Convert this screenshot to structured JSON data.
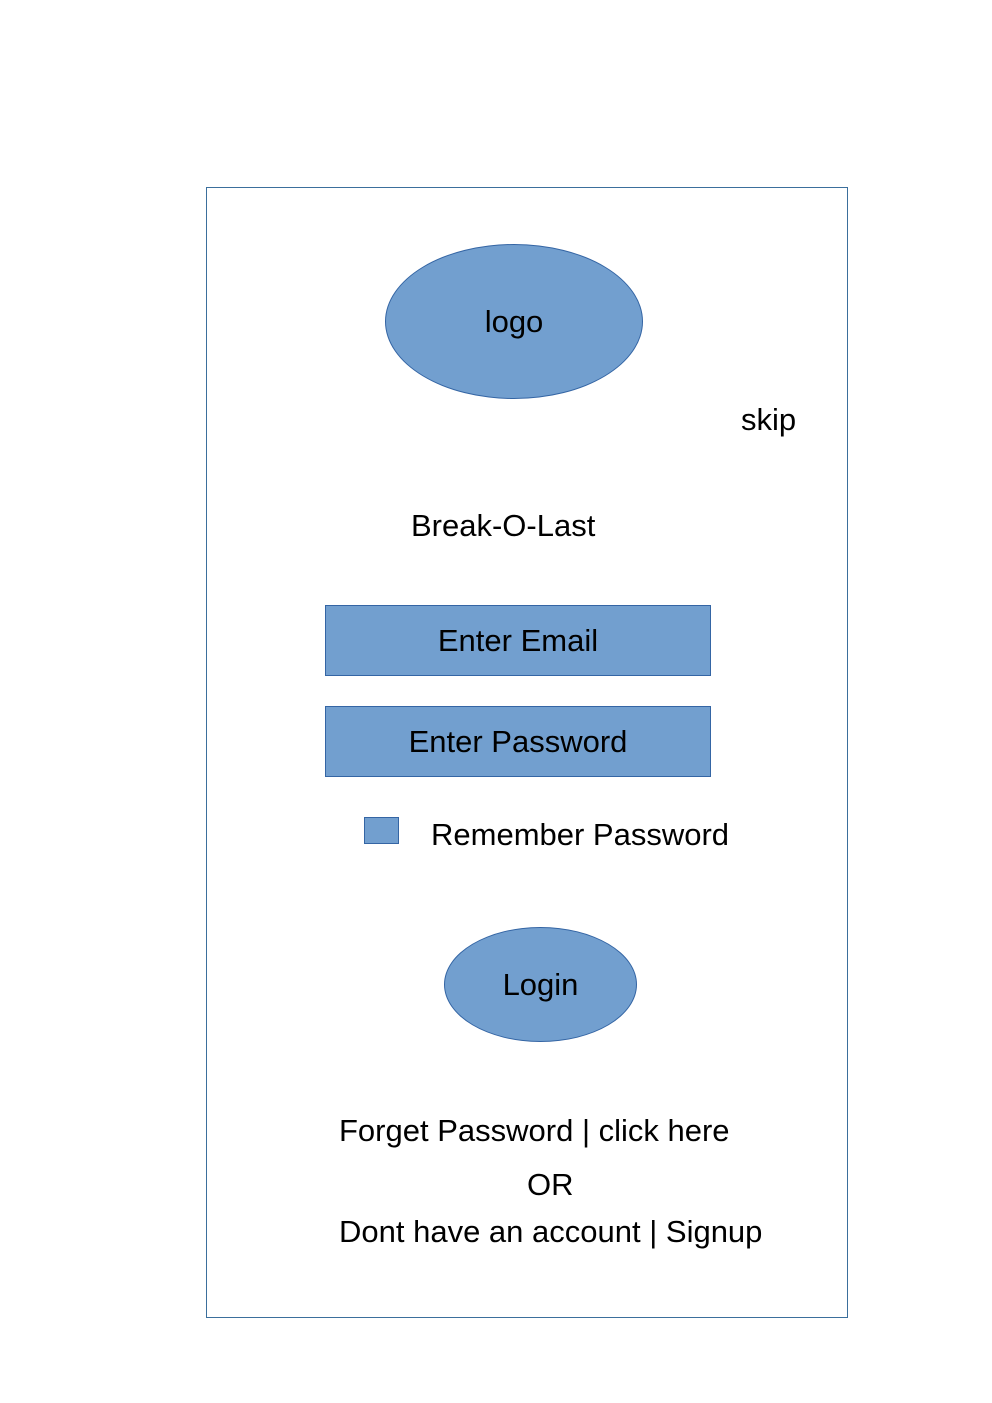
{
  "logo": {
    "label": "logo"
  },
  "skip_label": "skip",
  "app_name": "Break-O-Last",
  "email_field": {
    "placeholder": "Enter Email"
  },
  "password_field": {
    "placeholder": "Enter Password"
  },
  "remember": {
    "label": "Remember Password",
    "checked": false
  },
  "login_label": "Login",
  "forget": {
    "text": "Forget Password",
    "separator": " | ",
    "link": "click here"
  },
  "or_text": "OR",
  "signup": {
    "text": "Dont have an account",
    "separator": " | ",
    "link": "Signup"
  },
  "colors": {
    "accent_fill": "#729fcf",
    "accent_border": "#3465a4",
    "frame_border": "#3b6f9c",
    "text": "#000000"
  }
}
